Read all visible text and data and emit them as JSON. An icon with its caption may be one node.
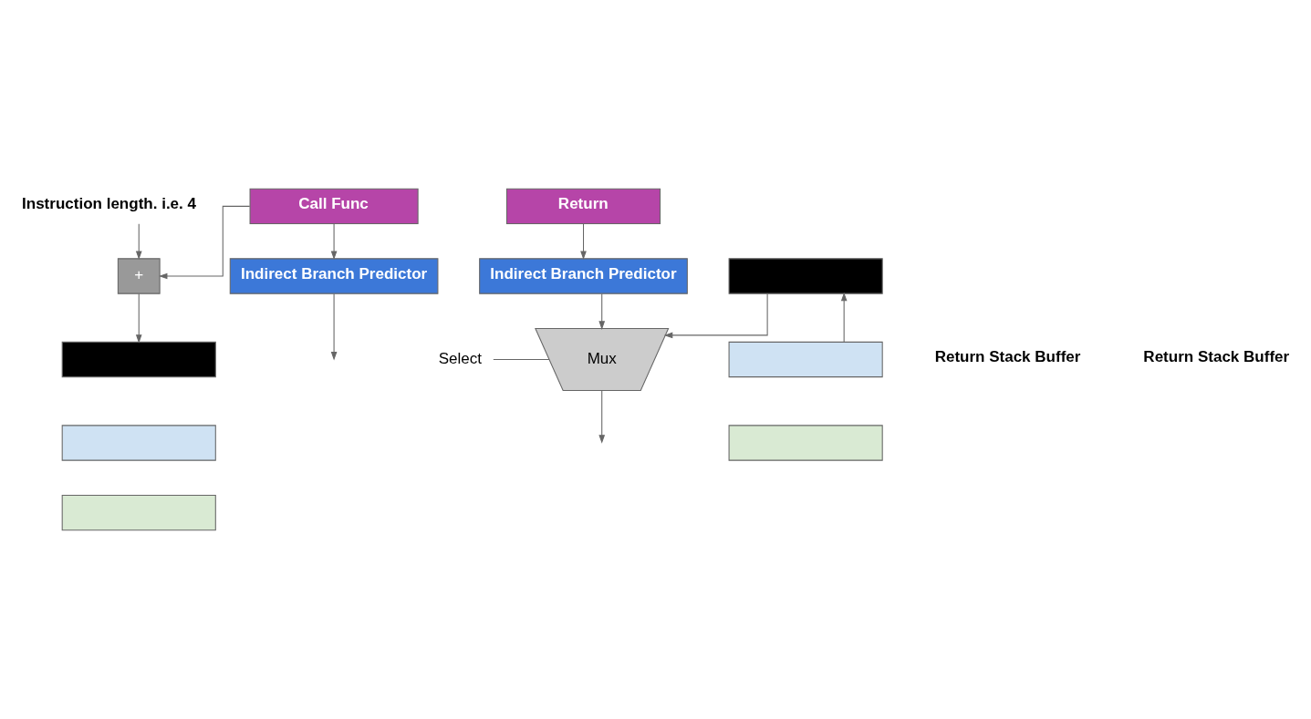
{
  "diagram": {
    "nodes": [
      {
        "text": [
          "Call Func"
        ]
      },
      {
        "text": [
          "Instruction length. i.e. 4"
        ]
      },
      {
        "text": [
          "+"
        ]
      },
      {
        "text": [
          "Indirect Branch Predictor"
        ]
      },
      {
        "text": [],
        "shape": "box"
      },
      {
        "text": [],
        "shape": "box"
      },
      {
        "text": [],
        "shape": "box"
      },
      {
        "text": [
          "Return"
        ]
      },
      {
        "text": [
          "Indirect Branch Predictor"
        ]
      },
      {
        "text": [],
        "shape": "box"
      },
      {
        "text": [],
        "shape": "box"
      },
      {
        "text": [],
        "shape": "box"
      },
      {
        "text": [
          "Mux"
        ]
      },
      {
        "text": [
          "Select"
        ]
      }
    ],
    "edges": [
      {
        "from": 0,
        "to": 2,
        "arrow": "to"
      },
      {
        "from": 1,
        "to": 2,
        "arrow": "to"
      },
      {
        "from": 0,
        "to": 3,
        "arrow": "to"
      },
      {
        "from": 2,
        "to": 4,
        "arrow": "to"
      },
      {
        "from": 3,
        "to": null,
        "arrow": "to"
      },
      {
        "from": 7,
        "to": 8,
        "arrow": "to"
      },
      {
        "from": 10,
        "to": 9,
        "arrow": "to"
      },
      {
        "from": 9,
        "to": 12,
        "arrow": "to"
      },
      {
        "from": 8,
        "to": 12,
        "arrow": "to"
      },
      {
        "from": 13,
        "to": 12,
        "arrow": "none"
      },
      {
        "from": 12,
        "to": null,
        "arrow": "to"
      }
    ],
    "labels": [
      "Return Stack Buffer",
      "Return Stack Buffer"
    ]
  }
}
